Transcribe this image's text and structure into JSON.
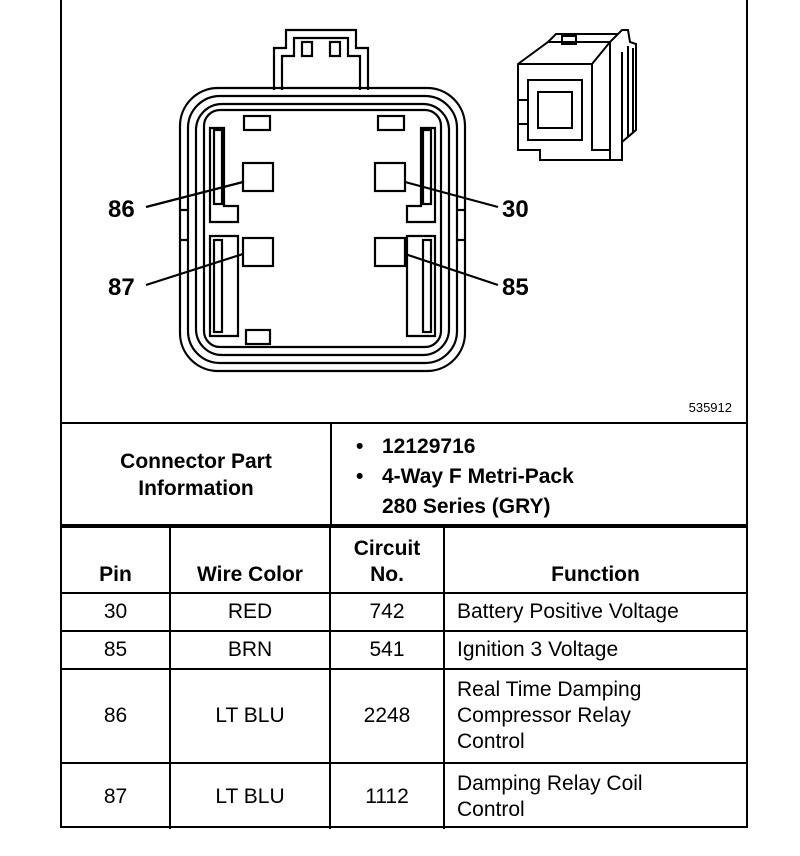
{
  "diagram": {
    "pin_labels": {
      "p86": "86",
      "p87": "87",
      "p30": "30",
      "p85": "85"
    },
    "figure_number": "535912"
  },
  "connector_info": {
    "label_line1": "Connector Part",
    "label_line2": "Information",
    "items": [
      "12129716",
      "4-Way F Metri-Pack",
      "280 Series (GRY)"
    ]
  },
  "pin_table": {
    "headers": {
      "pin": "Pin",
      "wire_color": "Wire Color",
      "circuit_line1": "Circuit",
      "circuit_line2": "No.",
      "function": "Function"
    },
    "rows": [
      {
        "pin": "30",
        "wire_color": "RED",
        "circuit": "742",
        "function_lines": [
          "Battery Positive Voltage"
        ]
      },
      {
        "pin": "85",
        "wire_color": "BRN",
        "circuit": "541",
        "function_lines": [
          "Ignition 3 Voltage"
        ]
      },
      {
        "pin": "86",
        "wire_color": "LT BLU",
        "circuit": "2248",
        "function_lines": [
          "Real Time Damping",
          "Compressor Relay",
          "Control"
        ]
      },
      {
        "pin": "87",
        "wire_color": "LT BLU",
        "circuit": "1112",
        "function_lines": [
          "Damping Relay Coil",
          "Control"
        ]
      }
    ]
  }
}
